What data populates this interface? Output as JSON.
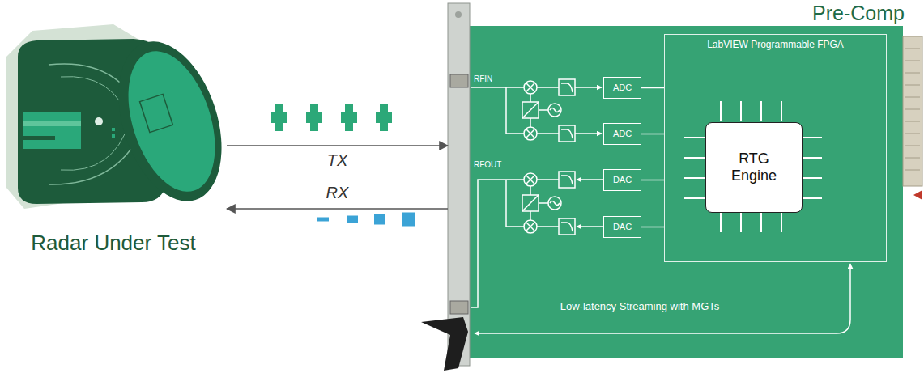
{
  "diagram": {
    "nodes": [
      {
        "text": [
          "Radar Under Test"
        ]
      },
      {
        "text": [
          "RFIN",
          "RFOUT",
          "Low-latency Streaming with MGTs"
        ]
      },
      {
        "text": [
          "ADC"
        ],
        "in": 1
      },
      {
        "text": [
          "ADC"
        ],
        "in": 1
      },
      {
        "text": [
          "DAC"
        ],
        "in": 1
      },
      {
        "text": [
          "DAC"
        ],
        "in": 1
      },
      {
        "text": [
          "LabVIEW Programmable FPGA"
        ],
        "in": 1
      },
      {
        "text": [
          "RTG Engine"
        ],
        "in": 6
      }
    ],
    "edges": [
      {
        "from": 0,
        "to": 1,
        "arrow": "to",
        "label": "TX"
      },
      {
        "from": 1,
        "to": 0,
        "arrow": "to",
        "label": "RX"
      },
      {
        "from": 2,
        "to": 6,
        "arrow": "none"
      },
      {
        "from": 3,
        "to": 6,
        "arrow": "none"
      },
      {
        "from": 4,
        "to": 6,
        "arrow": "none"
      },
      {
        "from": 5,
        "to": 6,
        "arrow": "none"
      }
    ],
    "labels": [
      "Pre-Comp"
    ]
  }
}
